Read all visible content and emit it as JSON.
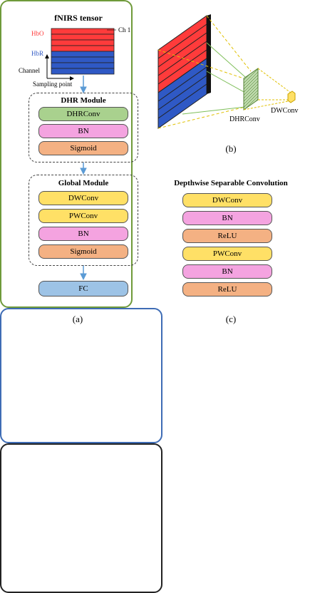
{
  "panel_a": {
    "tensor_title": "fNIRS tensor",
    "hbo_label": "HbO",
    "hbr_label": "HbR",
    "ch1_label": "Ch 1",
    "channel_axis_label": "Channel",
    "sampling_axis_label": "Sampling point",
    "dhr_module": {
      "title": "DHR Module",
      "blocks": [
        "DHRConv",
        "BN",
        "Sigmoid"
      ]
    },
    "global_module": {
      "title": "Global Module",
      "blocks": [
        "DWConv",
        "PWConv",
        "BN",
        "Sigmoid"
      ]
    },
    "fc_label": "FC",
    "caption": "(a)"
  },
  "panel_b": {
    "dhrconv_label": "DHRConv",
    "dwconv_label": "DWConv",
    "caption": "(b)"
  },
  "panel_c": {
    "title": "Depthwise Separable Convolution",
    "blocks": [
      "DWConv",
      "BN",
      "ReLU",
      "PWConv",
      "BN",
      "ReLU"
    ],
    "caption": "(c)"
  },
  "colors": {
    "green": "#a9d18e",
    "pink": "#f4a3e0",
    "orange": "#f4b183",
    "yellow": "#ffe066",
    "blue_fc": "#9dc3e6",
    "red": "#ff3b3b",
    "blue": "#2f59c5",
    "arrow": "#5b9bd5"
  }
}
